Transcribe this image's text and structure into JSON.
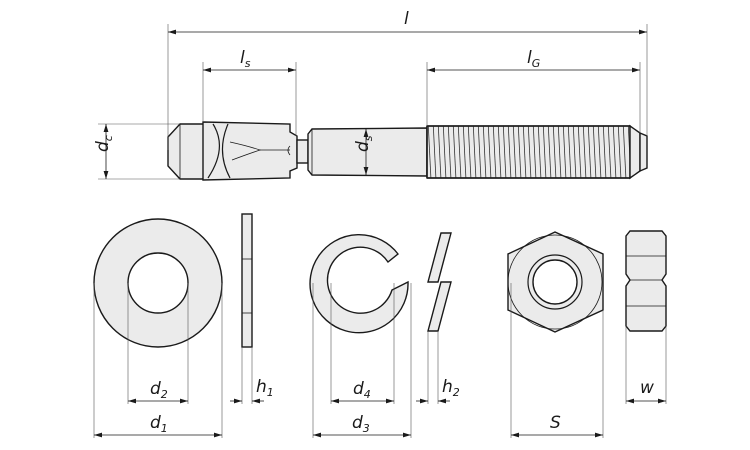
{
  "labels": {
    "l": "l",
    "ls": "ls",
    "lg": "lG",
    "dc": "dc",
    "ds": "ds",
    "d1": "d1",
    "d2": "d2",
    "d3": "d3",
    "d4": "d4",
    "h1": "h1",
    "h2": "h2",
    "s": "S",
    "w": "w"
  },
  "colors": {
    "line": "#1a1a1a",
    "part_fill": "#ebebeb",
    "background": "#ffffff"
  }
}
